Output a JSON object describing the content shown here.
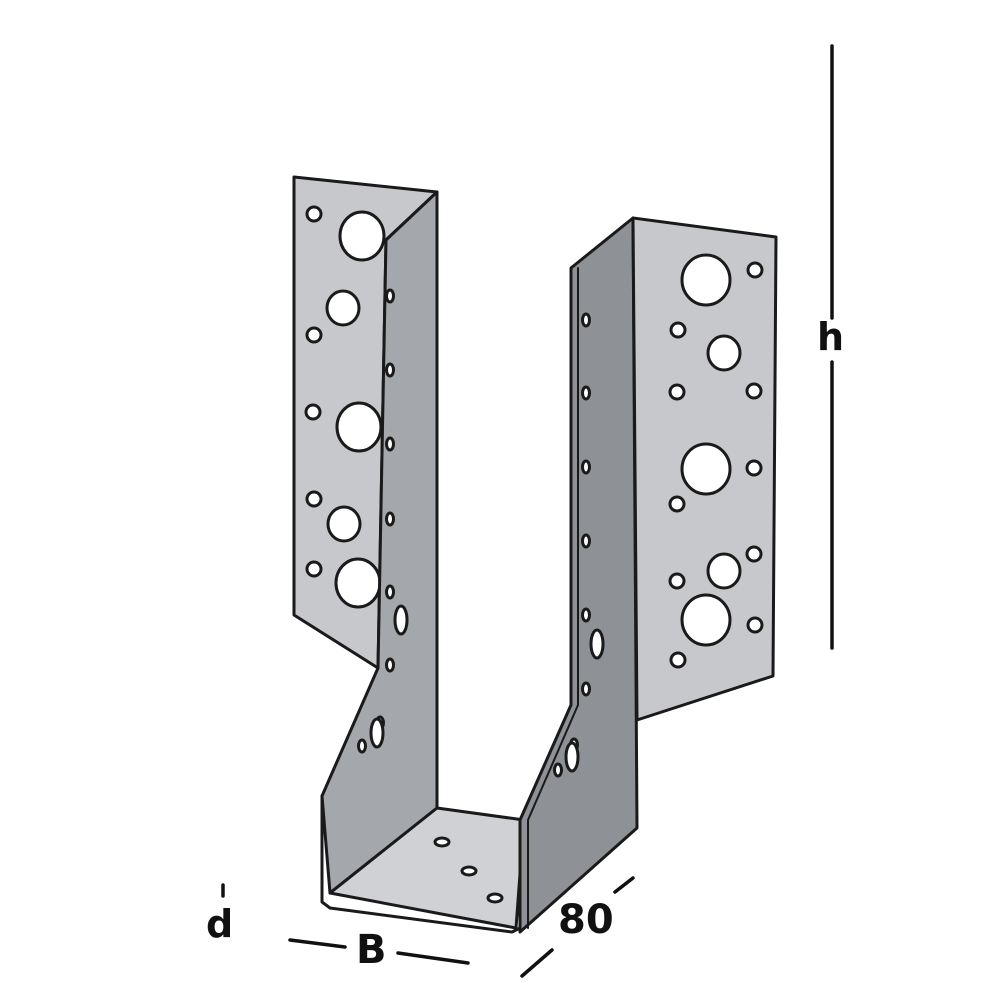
{
  "labels": {
    "height": "h",
    "depth": "d",
    "width": "B",
    "length": "80"
  },
  "colors": {
    "outline": "#1a1a1a",
    "light_face": "#c6c8cb",
    "mid_face": "#a7aaae",
    "dark_face": "#8e9196",
    "base_face": "#cfd1d4",
    "hole": "#ffffff"
  }
}
